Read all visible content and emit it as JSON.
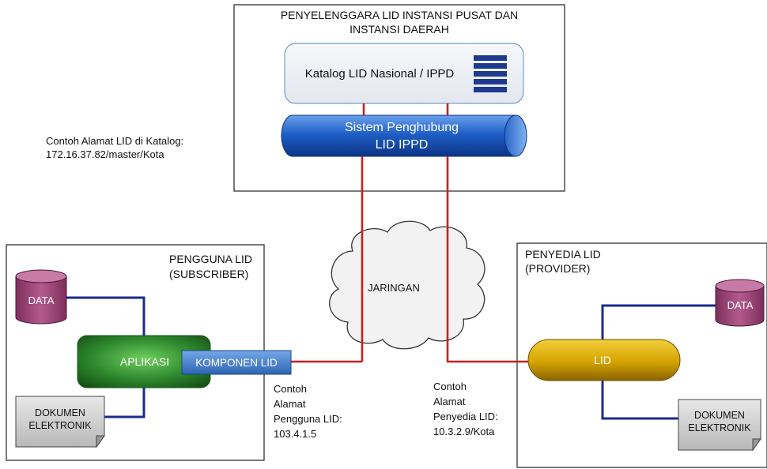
{
  "central_box": {
    "title_line1": "PENYELENGGARA LID INSTANSI PUSAT DAN",
    "title_line2": "INSTANSI DAERAH",
    "catalog_label": "Katalog LID Nasional / IPPD",
    "connector_line1": "Sistem Penghubung",
    "connector_line2": "LID IPPD"
  },
  "catalog_address_note": {
    "line1": "Contoh Alamat LID di Katalog:",
    "line2": "172.16.37.82/master/Kota"
  },
  "network": {
    "label": "JARINGAN"
  },
  "subscriber_box": {
    "title_line1": "PENGGUNA LID",
    "title_line2": "(SUBSCRIBER)",
    "data_label": "DATA",
    "app_label": "APLIKASI",
    "component_label": "KOMPONEN LID",
    "doc_line1": "DOKUMEN",
    "doc_line2": "ELEKTRONIK"
  },
  "provider_box": {
    "title_line1": "PENYEDIA LID",
    "title_line2": "(PROVIDER)",
    "data_label": "DATA",
    "lid_label": "LID",
    "doc_line1": "DOKUMEN",
    "doc_line2": "ELEKTRONIK"
  },
  "subscriber_address_note": {
    "line1": "Contoh",
    "line2": "Alamat",
    "line3": "Pengguna LID:",
    "line4": "103.4.1.5"
  },
  "provider_address_note": {
    "line1": "Contoh",
    "line2": "Alamat",
    "line3": "Penyedia LID:",
    "line4": "10.3.2.9/Kota"
  },
  "colors": {
    "network_link": "#cc1f1f",
    "local_link": "#1b2a8c",
    "connector_blue": "#1f5fc7",
    "app_green": "#2f8a2f",
    "component_blue": "#3b78c4",
    "lid_gold": "#d4a300",
    "data_magenta": "#a0467a",
    "doc_gray": "#cfcfcf"
  }
}
